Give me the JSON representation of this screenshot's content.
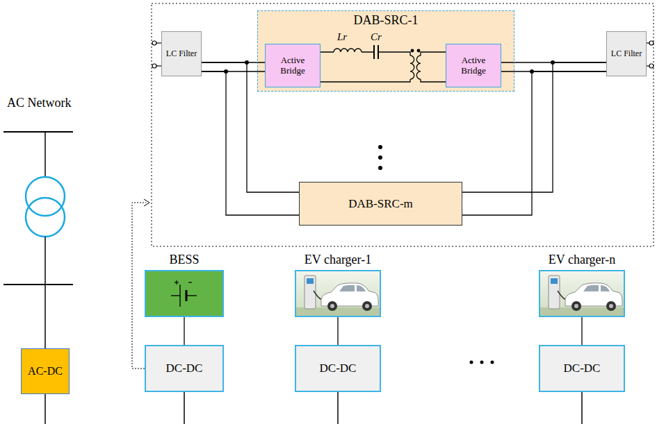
{
  "diagram": {
    "nodes": [
      {
        "text": [
          "LC Filter"
        ]
      },
      {
        "text": [
          "DAB-SRC-1"
        ]
      },
      {
        "text": [
          "Active Bridge"
        ],
        "in": 1
      },
      {
        "text": [
          "Active Bridge"
        ],
        "in": 1
      },
      {
        "text": [
          "LC Filter"
        ]
      },
      {
        "text": [
          "DAB-SRC-m"
        ]
      },
      {
        "text": [
          "AC-DC"
        ]
      },
      {
        "text": [
          "BESS"
        ]
      },
      {
        "text": [
          "DC-DC"
        ]
      },
      {
        "text": [
          "EV charger-1"
        ]
      },
      {
        "text": [
          "DC-DC"
        ]
      },
      {
        "text": [
          "EV charger-n"
        ]
      },
      {
        "text": [
          "DC-DC"
        ]
      }
    ],
    "edges": [
      {
        "from": 0,
        "to": 2,
        "arrow": "none"
      },
      {
        "from": 0,
        "to": 5,
        "arrow": "none"
      },
      {
        "from": 2,
        "to": 3,
        "arrow": "none"
      },
      {
        "from": 3,
        "to": 4,
        "arrow": "none"
      },
      {
        "from": 5,
        "to": 4,
        "arrow": "none"
      },
      {
        "from": 7,
        "to": 8,
        "arrow": "none"
      },
      {
        "from": 9,
        "to": 10,
        "arrow": "none"
      },
      {
        "from": 11,
        "to": 12,
        "arrow": "none"
      }
    ],
    "labels": [
      "AC Network",
      "Lr",
      "Cr"
    ]
  }
}
